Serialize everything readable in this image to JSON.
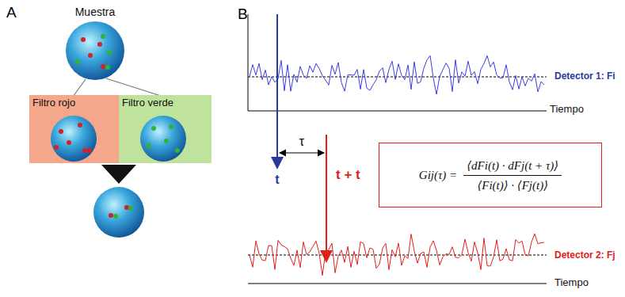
{
  "diagram": {
    "nodes": [
      {
        "text": [
          "Filtro rojo"
        ]
      },
      {
        "text": [
          "Filtro verde"
        ]
      },
      {
        "text": [
          "Gij(τ) =",
          "⟨dFi(t) · dFj(t + τ)⟩",
          "⟨Fi(t)⟩ · ⟨Fj(t)⟩"
        ]
      }
    ],
    "labels": [
      "A",
      "Muestra",
      "B",
      "Detector 1: Fi",
      "Tiempo",
      "t",
      "τ",
      "t + t",
      "Detector 2: Fj",
      "Tiempo"
    ]
  }
}
